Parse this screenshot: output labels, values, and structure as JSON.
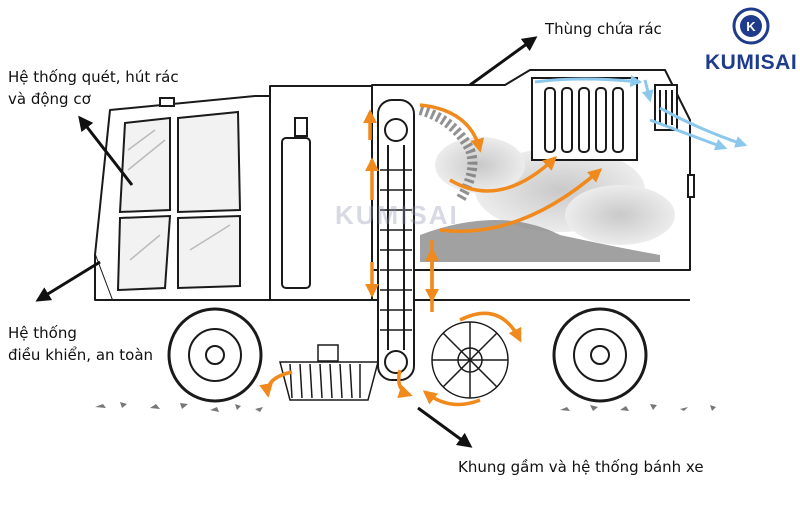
{
  "labels": {
    "bin": "Thùng chứa rác",
    "sweep_line1": "Hệ thống quét, hút rác",
    "sweep_line2": "và động cơ",
    "control_line1": "Hệ thống",
    "control_line2": "điều khiển, an toàn",
    "chassis": "Khung gầm và hệ thống bánh xe"
  },
  "logo": {
    "text": "KUMISAI",
    "emblem_letter": "K"
  },
  "watermark": "KUMISAI",
  "colors": {
    "flow_arrow": "#f08a1c",
    "air_flow": "#8cc8ee",
    "pointer_arrow": "#111111",
    "brand": "#1f3c8c",
    "dust": "#d3d3d3"
  }
}
